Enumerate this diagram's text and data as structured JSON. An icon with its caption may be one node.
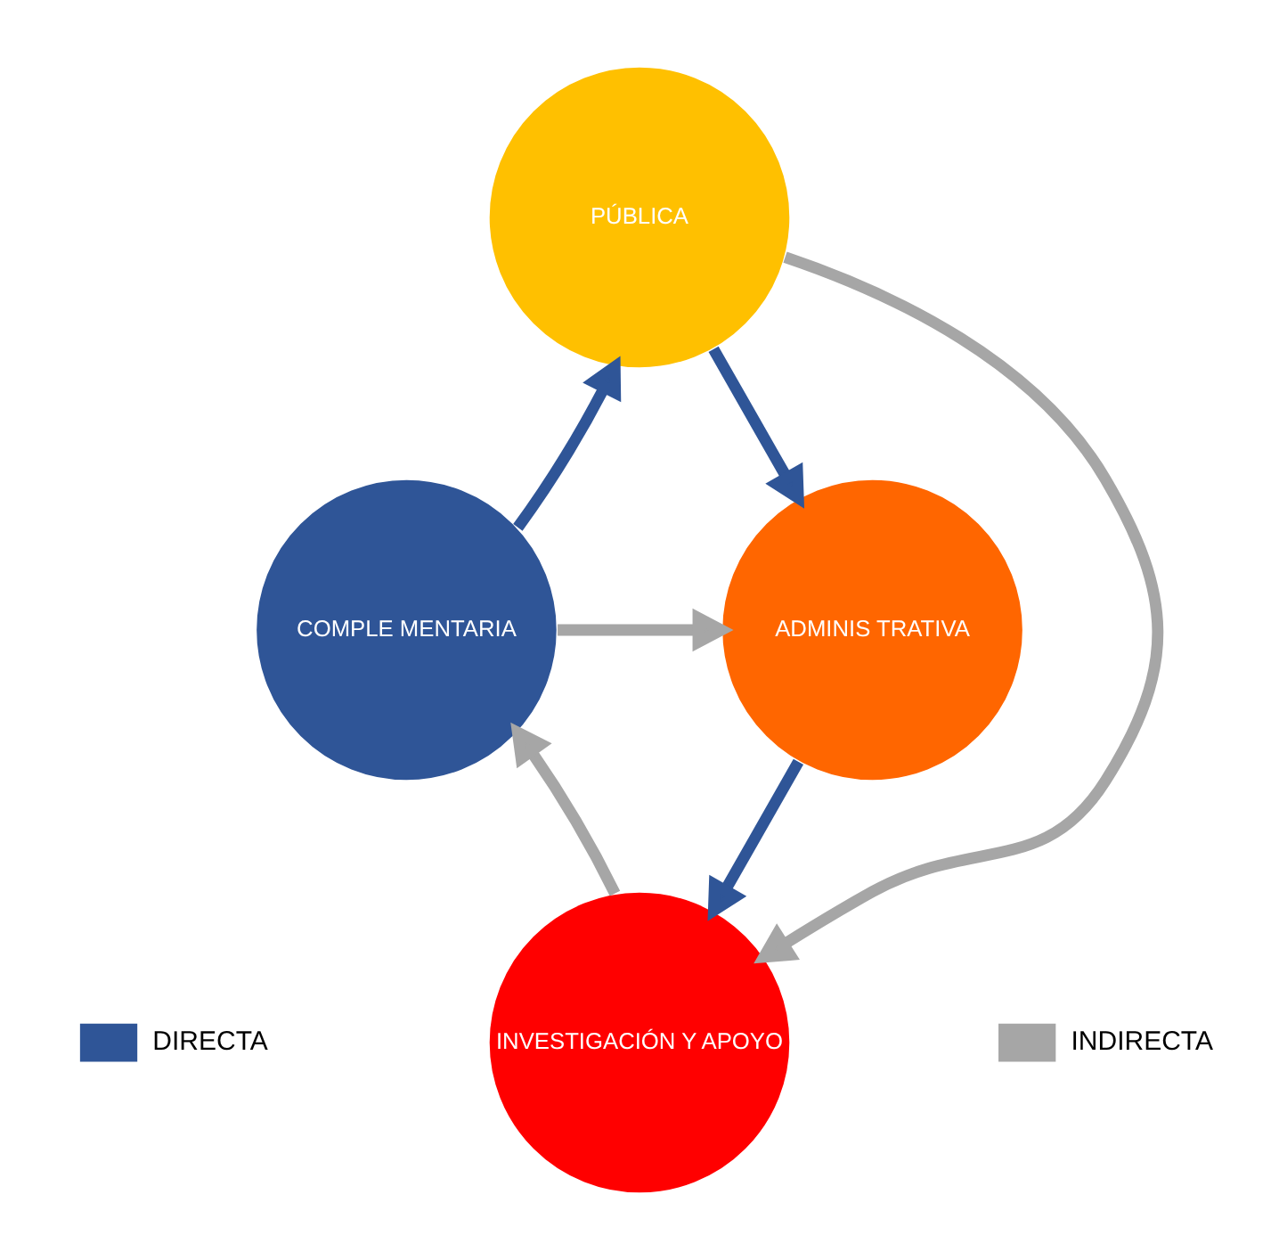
{
  "diagram": {
    "nodes": [
      {
        "text": [
          "PÚBLICA"
        ]
      },
      {
        "text": [
          "COMPLE MENTARIA"
        ]
      },
      {
        "text": [
          "ADMINIS TRATIVA"
        ]
      },
      {
        "text": [
          "INVESTIGACIÓN Y APOYO"
        ]
      }
    ],
    "edges": [
      {
        "from": 1,
        "to": 0,
        "arrow": "to",
        "color": "#2f5597"
      },
      {
        "from": 0,
        "to": 2,
        "arrow": "to",
        "color": "#2f5597"
      },
      {
        "from": 2,
        "to": 3,
        "arrow": "to",
        "color": "#2f5597"
      },
      {
        "from": 3,
        "to": 1,
        "arrow": "to",
        "color": "#a6a6a6"
      },
      {
        "from": 1,
        "to": 2,
        "arrow": "to",
        "color": "#a6a6a6"
      },
      {
        "from": 0,
        "to": 3,
        "arrow": "to",
        "color": "#a6a6a6"
      }
    ],
    "legend": [
      {
        "text": "DIRECTA",
        "color": "#2f5597"
      },
      {
        "text": "INDIRECTA",
        "color": "#a6a6a6"
      }
    ]
  }
}
